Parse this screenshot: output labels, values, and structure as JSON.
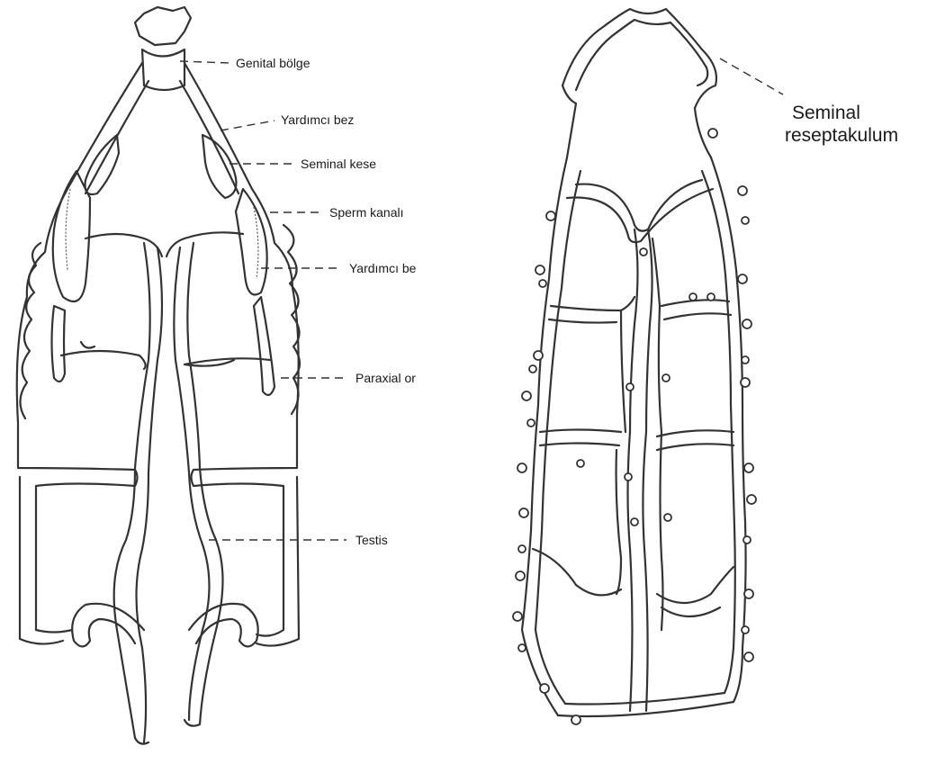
{
  "labels": {
    "genital": "Genital bölge",
    "accessory1": "Yardımcı bez",
    "seminal_vesicle": "Seminal kese",
    "sperm_duct": "Sperm kanalı",
    "accessory2": "Yardımcı be",
    "paraxial": "Paraxial or",
    "testis": "Testis",
    "seminal_receptacle_line1": "Seminal",
    "seminal_receptacle_line2": "reseptakulum"
  }
}
